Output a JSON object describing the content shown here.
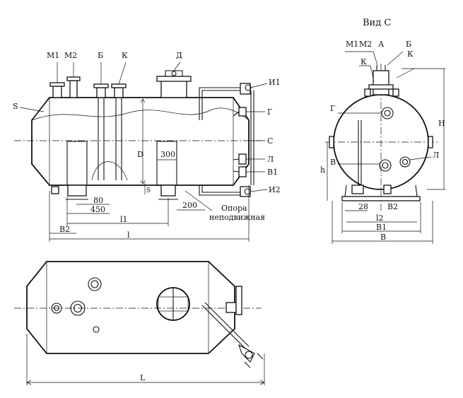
{
  "view_title": "Вид С",
  "front_view": {
    "nozzle_labels": [
      "М1",
      "М2",
      "Б",
      "К",
      "Д"
    ],
    "right_labels": [
      "И1",
      "Г",
      "С",
      "Л",
      "В1",
      "И2"
    ],
    "shell_label": "S",
    "diameter_label": "D",
    "support_label_line1": "Опора",
    "support_label_line2": "неподвижная",
    "dims": {
      "d300": "300",
      "d80": "80",
      "d450": "450",
      "l1": "l1",
      "d200": "200",
      "b2": "В2",
      "l": "l",
      "s": "S"
    }
  },
  "side_view": {
    "top_labels": [
      "М1",
      "М2",
      "А",
      "Б",
      "К",
      "К"
    ],
    "labels": [
      "Г",
      "В",
      "Л",
      "В2"
    ],
    "dims": {
      "H": "H",
      "h": "h",
      "d28": "28",
      "l2": "l2",
      "B1": "В1",
      "B": "В"
    }
  },
  "plan_view": {
    "dims": {
      "L": "L"
    }
  }
}
